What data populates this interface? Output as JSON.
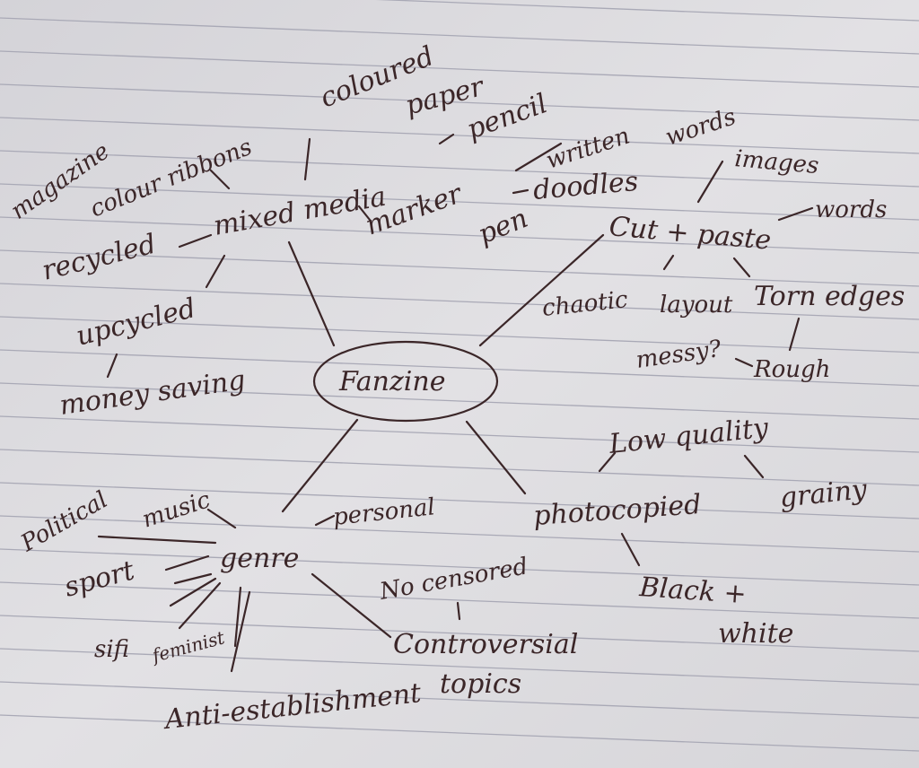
{
  "diagram": {
    "type": "mind-map",
    "ink_color": "#3b2628",
    "paper_color": "#dcdbdf",
    "center": "Fanzine",
    "branches": {
      "mixed_media": {
        "label": "mixed media",
        "children": [
          "coloured",
          "paper",
          "pencil",
          "written",
          "words",
          "magazine",
          "colour ribbons",
          "recycled",
          "upcycled",
          "money saving",
          "marker",
          "pen",
          "doodles"
        ]
      },
      "cut_paste": {
        "label": "Cut + paste",
        "children": [
          "images",
          "words",
          "chaotic",
          "layout",
          "Torn edges",
          "messy?",
          "Rough"
        ]
      },
      "photocopied": {
        "label": "photocopied",
        "children": [
          "Low quality",
          "grainy",
          "Black +",
          "white"
        ]
      },
      "genre": {
        "label": "genre",
        "children": [
          "Political",
          "music",
          "personal",
          "sport",
          "No censored",
          "sifi",
          "feminist",
          "Controversial",
          "topics",
          "Anti-establishment"
        ]
      }
    }
  }
}
